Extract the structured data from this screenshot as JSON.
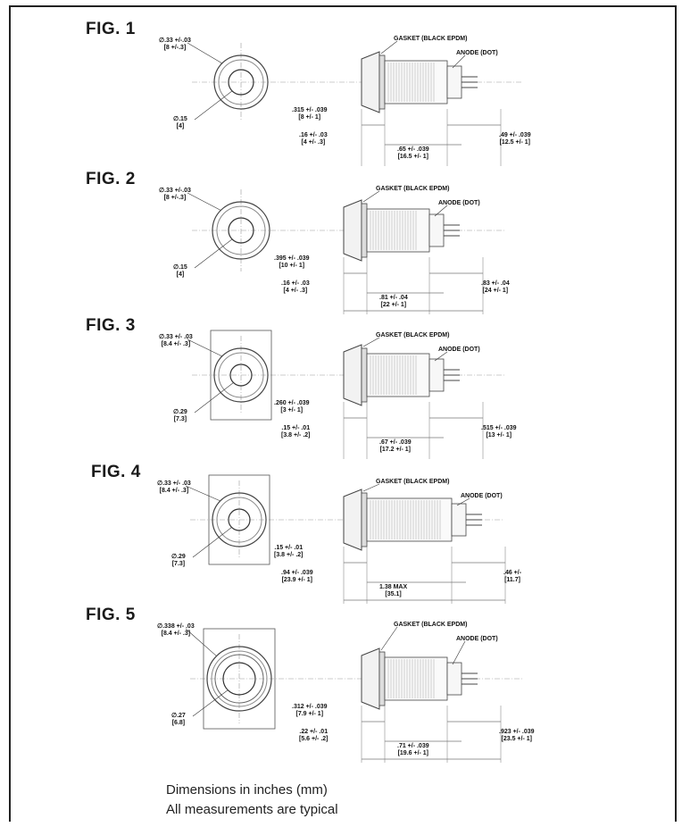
{
  "figures": [
    {
      "label": "FIG. 1",
      "dims": {
        "outer_dia": [
          "∅.33 +/-.03",
          "[8 +/-.3]"
        ],
        "inner_dia": [
          "∅.15",
          "[4]"
        ],
        "gasket": "GASKET (BLACK EPDM)",
        "anode": "ANODE (DOT)",
        "d1": [
          ".315 +/- .039",
          "[8 +/- 1]"
        ],
        "d2": [
          ".16 +/- .03",
          "[4 +/- .3]"
        ],
        "d3": [
          ".65 +/- .039",
          "[16.5 +/- 1]"
        ],
        "d4": [
          ".49 +/- .039",
          "[12.5 +/- 1]"
        ]
      }
    },
    {
      "label": "FIG. 2",
      "dims": {
        "outer_dia": [
          "∅.33 +/-.03",
          "[8 +/-.3]"
        ],
        "inner_dia": [
          "∅.15",
          "[4]"
        ],
        "gasket": "GASKET (BLACK EPDM)",
        "anode": "ANODE (DOT)",
        "d1": [
          ".395 +/- .039",
          "[10 +/- 1]"
        ],
        "d2": [
          ".16 +/- .03",
          "[4 +/- .3]"
        ],
        "d3": [
          ".81 +/- .04",
          "[22 +/- 1]"
        ],
        "d4": [
          ".83 +/- .04",
          "[24 +/- 1]"
        ]
      }
    },
    {
      "label": "FIG. 3",
      "dims": {
        "outer_dia": [
          "∅.33 +/- .03",
          "[8.4 +/- .3]"
        ],
        "inner_dia": [
          "∅.29",
          "[7.3]"
        ],
        "gasket": "GASKET (BLACK EPDM)",
        "anode": "ANODE (DOT)",
        "d1": [
          ".260 +/- .039",
          "[3 +/- 1]"
        ],
        "d2": [
          ".15 +/- .01",
          "[3.8 +/- .2]"
        ],
        "d3": [
          ".67 +/- .039",
          "[17.2 +/- 1]"
        ],
        "d4": [
          ".515 +/- .039",
          "[13 +/- 1]"
        ]
      }
    },
    {
      "label": "FIG. 4",
      "dims": {
        "outer_dia": [
          "∅.33 +/- .03",
          "[8.4 +/- .3]"
        ],
        "inner_dia": [
          "∅.29",
          "[7.3]"
        ],
        "gasket": "GASKET (BLACK EPDM)",
        "anode": "ANODE (DOT)",
        "d1": [
          ".15 +/- .01",
          "[3.8 +/- .2]"
        ],
        "d2": [
          ".94 +/- .039",
          "[23.9 +/- 1]"
        ],
        "d3": [
          "1.38 MAX",
          "[35.1]"
        ],
        "d4": [
          ".46 +/-",
          "[11.7]"
        ]
      }
    },
    {
      "label": "FIG. 5",
      "dims": {
        "outer_dia": [
          "∅.338 +/- .03",
          "[8.4 +/- .3]"
        ],
        "inner_dia": [
          "∅.27",
          "[6.8]"
        ],
        "gasket": "GASKET (BLACK EPDM)",
        "anode": "ANODE (DOT)",
        "d1": [
          ".312 +/- .039",
          "[7.9 +/- 1]"
        ],
        "d2": [
          ".22 +/- .01",
          "[5.6 +/- .2]"
        ],
        "d3": [
          ".71 +/- .039",
          "[19.6 +/- 1]"
        ],
        "d4": [
          ".923 +/- .039",
          "[23.5 +/- 1]"
        ]
      }
    }
  ],
  "notes": {
    "line1": "Dimensions in inches (mm)",
    "line2": "All measurements are typical"
  }
}
